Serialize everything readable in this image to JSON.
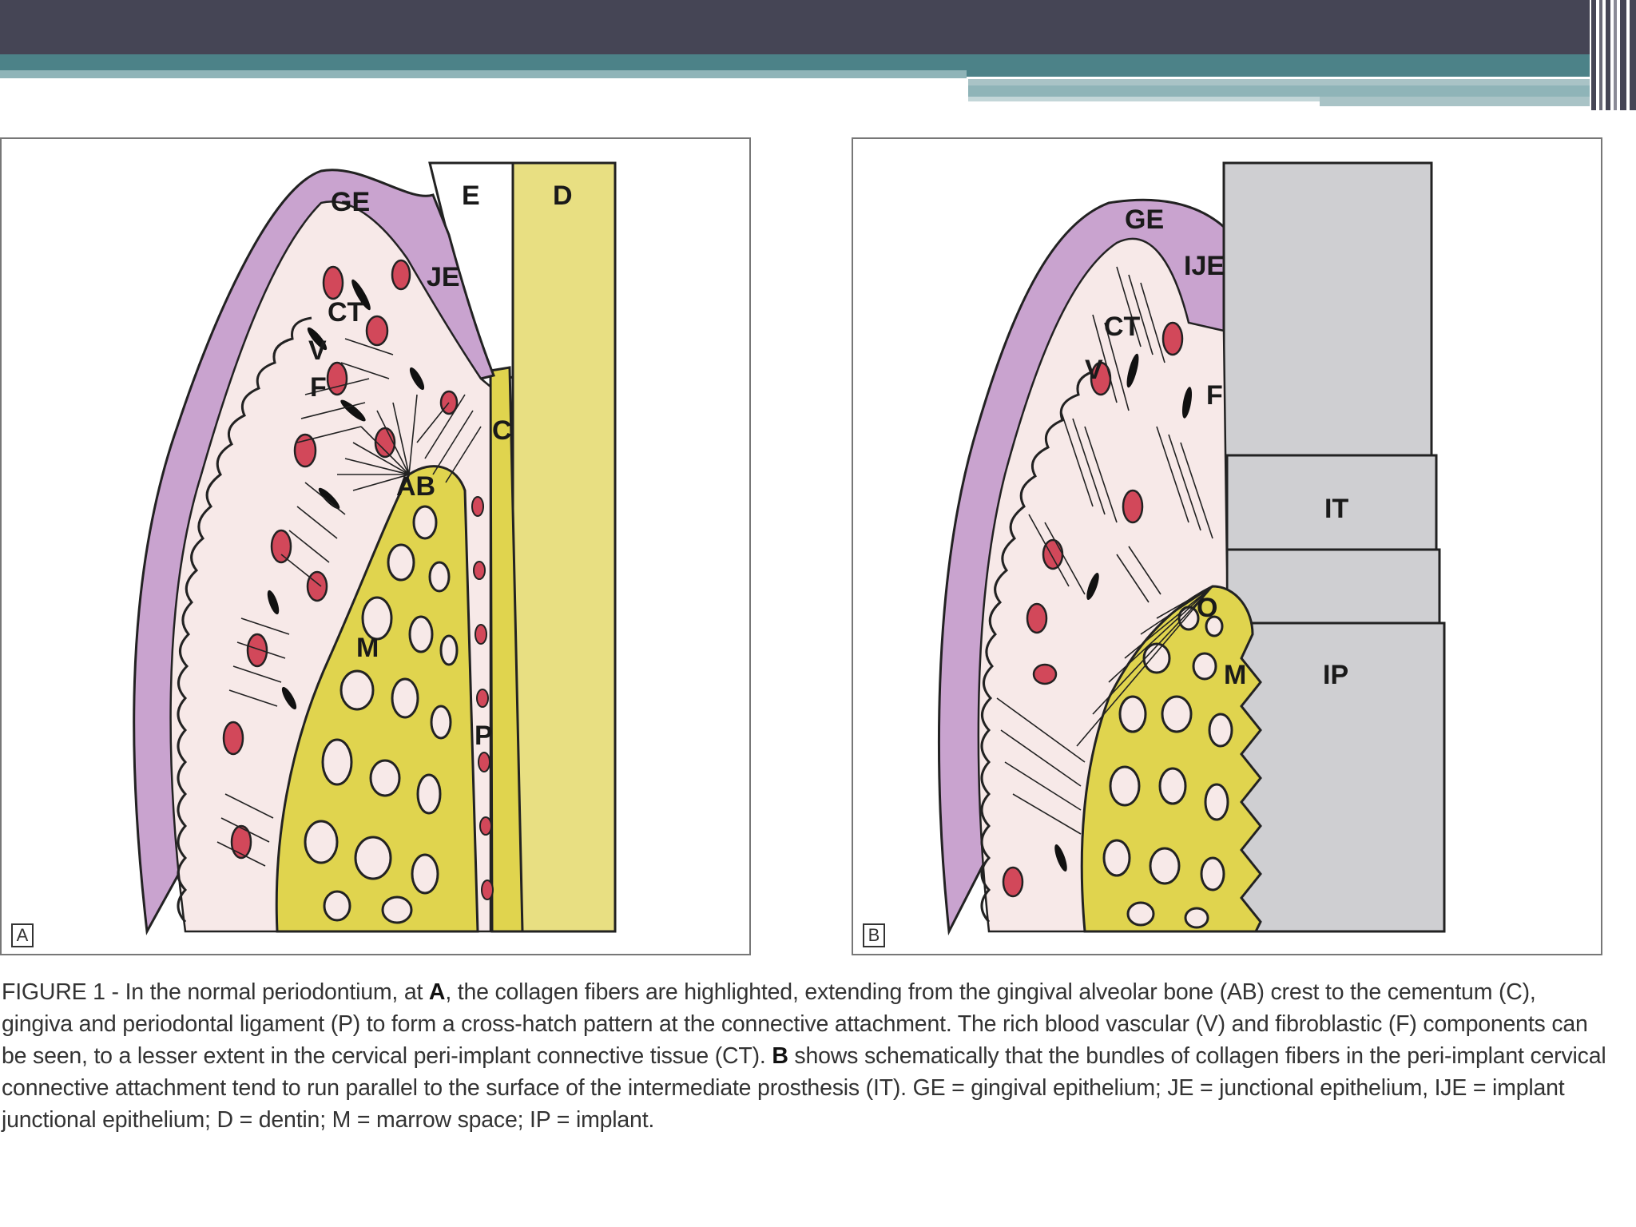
{
  "panel_a": {
    "corner": "A",
    "labels": {
      "GE": "GE",
      "E": "E",
      "D": "D",
      "JE": "JE",
      "CT": "CT",
      "V": "V",
      "F": "F",
      "C": "C",
      "AB": "AB",
      "M": "M",
      "P": "P"
    }
  },
  "panel_b": {
    "corner": "B",
    "labels": {
      "GE": "GE",
      "IJE": "IJE",
      "CT": "CT",
      "V": "V",
      "F": "F",
      "IT": "IT",
      "O": "O",
      "M": "M",
      "IP": "IP"
    }
  },
  "caption": {
    "s1": "FIGURE 1 - In the normal periodontium, at ",
    "bold_a": "A",
    "s2": ", the collagen fibers are highlighted, extending from the gingival alveolar bone (AB) crest to the cementum (C), gingiva and periodontal ligament (P) to form a cross-hatch pattern at the connective attachment. The rich blood vascular (V) and fibroblastic (F) components can be seen, to a lesser extent in the cervical peri-implant connective tissue (CT). ",
    "bold_b": "B",
    "s3": " shows schematically that the bundles of collagen fibers in the peri-implant cervical connective attachment tend to run parallel to the surface of the intermediate prosthesis (IT). GE = gingival epithelium; JE = junctional epithelium, IJE = implant junctional epithelium; D = dentin; M = marrow space; IP = implant."
  },
  "colors": {
    "header_dark": "#454555",
    "header_teal": "#4c8288",
    "header_light": "#8fb4b8",
    "epithelium": "#c9a3cf",
    "connective": "#f7e9e8",
    "bone": "#e0d44e",
    "dentin": "#e8df82",
    "vessel": "#d2485a",
    "implant": "#cfcfd2"
  }
}
